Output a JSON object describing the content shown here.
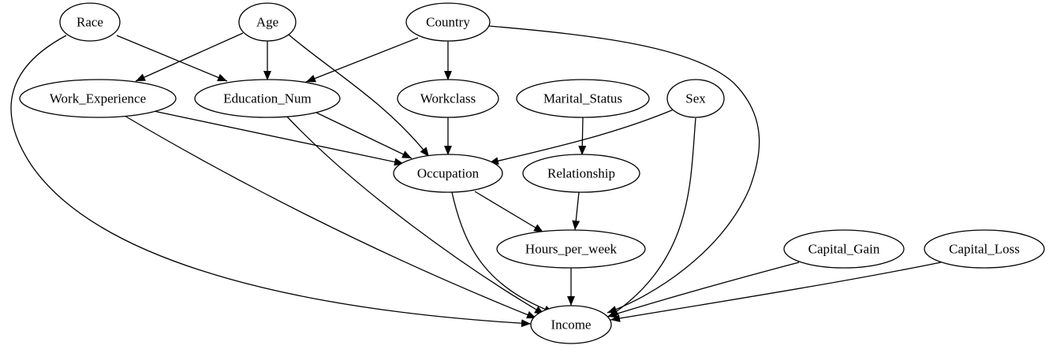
{
  "nodes": [
    {
      "id": "race",
      "label": "Race"
    },
    {
      "id": "age",
      "label": "Age"
    },
    {
      "id": "country",
      "label": "Country"
    },
    {
      "id": "work_experience",
      "label": "Work_Experience"
    },
    {
      "id": "education_num",
      "label": "Education_Num"
    },
    {
      "id": "workclass",
      "label": "Workclass"
    },
    {
      "id": "marital_status",
      "label": "Marital_Status"
    },
    {
      "id": "sex",
      "label": "Sex"
    },
    {
      "id": "occupation",
      "label": "Occupation"
    },
    {
      "id": "relationship",
      "label": "Relationship"
    },
    {
      "id": "hours_per_week",
      "label": "Hours_per_week"
    },
    {
      "id": "capital_gain",
      "label": "Capital_Gain"
    },
    {
      "id": "capital_loss",
      "label": "Capital_Loss"
    },
    {
      "id": "income",
      "label": "Income"
    }
  ],
  "edges": [
    {
      "from": "race",
      "to": "education_num"
    },
    {
      "from": "race",
      "to": "income"
    },
    {
      "from": "age",
      "to": "work_experience"
    },
    {
      "from": "age",
      "to": "education_num"
    },
    {
      "from": "age",
      "to": "occupation"
    },
    {
      "from": "country",
      "to": "education_num"
    },
    {
      "from": "country",
      "to": "workclass"
    },
    {
      "from": "country",
      "to": "income"
    },
    {
      "from": "work_experience",
      "to": "occupation"
    },
    {
      "from": "work_experience",
      "to": "income"
    },
    {
      "from": "education_num",
      "to": "occupation"
    },
    {
      "from": "education_num",
      "to": "income"
    },
    {
      "from": "workclass",
      "to": "occupation"
    },
    {
      "from": "marital_status",
      "to": "relationship"
    },
    {
      "from": "sex",
      "to": "occupation"
    },
    {
      "from": "sex",
      "to": "income"
    },
    {
      "from": "occupation",
      "to": "hours_per_week"
    },
    {
      "from": "occupation",
      "to": "income"
    },
    {
      "from": "relationship",
      "to": "hours_per_week"
    },
    {
      "from": "hours_per_week",
      "to": "income"
    },
    {
      "from": "capital_gain",
      "to": "income"
    },
    {
      "from": "capital_loss",
      "to": "income"
    }
  ]
}
